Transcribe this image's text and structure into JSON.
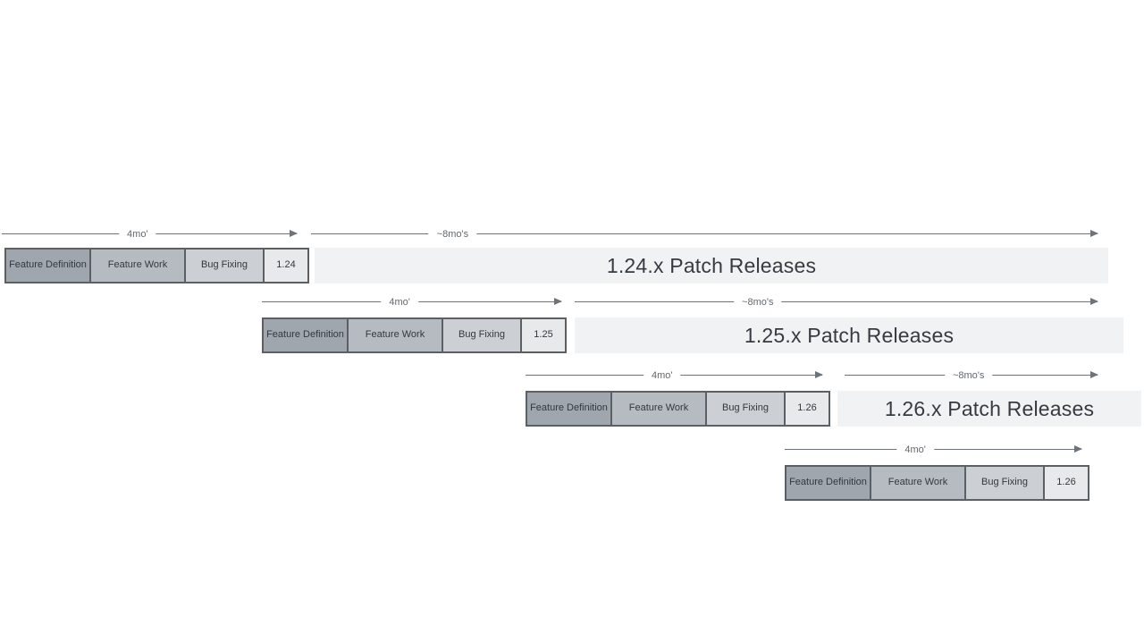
{
  "diagram": {
    "stage_labels": [
      "Feature Definition",
      "Feature Work",
      "Bug Fixing"
    ],
    "duration_labels": {
      "four_months": "4mo'",
      "eight_months": "~8mo's"
    },
    "rows": [
      {
        "version": "1.24",
        "patch_label": "1.24.x Patch Releases"
      },
      {
        "version": "1.25",
        "patch_label": "1.25.x Patch Releases"
      },
      {
        "version": "1.26",
        "patch_label": "1.26.x Patch Releases"
      },
      {
        "version": "1.26"
      }
    ],
    "colors": {
      "feature_definition_fill": "#9fa6ae",
      "feature_work_fill": "#b5bbc1",
      "bug_fixing_fill": "#ccd0d4",
      "version_box_fill": "#e7e9eb",
      "box_border": "#5b6065",
      "patch_bar_fill": "#f1f2f4",
      "arrow": "#6d7378",
      "text": "#363b41",
      "duration_label_text": "#63686d",
      "background": "#ffffff"
    }
  }
}
